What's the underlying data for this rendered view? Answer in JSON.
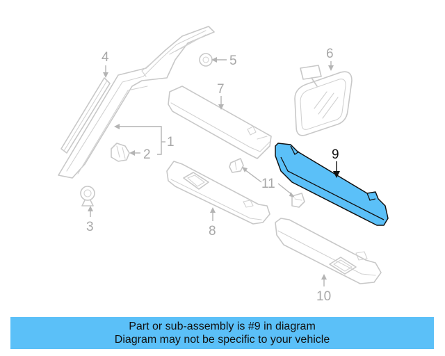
{
  "diagram": {
    "callouts": [
      {
        "id": "1",
        "label": "1",
        "highlighted": false
      },
      {
        "id": "2",
        "label": "2",
        "highlighted": false
      },
      {
        "id": "3",
        "label": "3",
        "highlighted": false
      },
      {
        "id": "4",
        "label": "4",
        "highlighted": false
      },
      {
        "id": "5",
        "label": "5",
        "highlighted": false
      },
      {
        "id": "6",
        "label": "6",
        "highlighted": false
      },
      {
        "id": "7",
        "label": "7",
        "highlighted": false
      },
      {
        "id": "8",
        "label": "8",
        "highlighted": false
      },
      {
        "id": "9",
        "label": "9",
        "highlighted": true
      },
      {
        "id": "10",
        "label": "10",
        "highlighted": false
      },
      {
        "id": "11",
        "label": "11",
        "highlighted": false
      }
    ],
    "highlight_color": "#5bc0f8",
    "ghost_color": "#c8c8c8"
  },
  "banner": {
    "line1": "Part or sub-assembly is #9 in diagram",
    "line2": "Diagram may not be specific to your vehicle",
    "background": "#5bc0f8"
  }
}
